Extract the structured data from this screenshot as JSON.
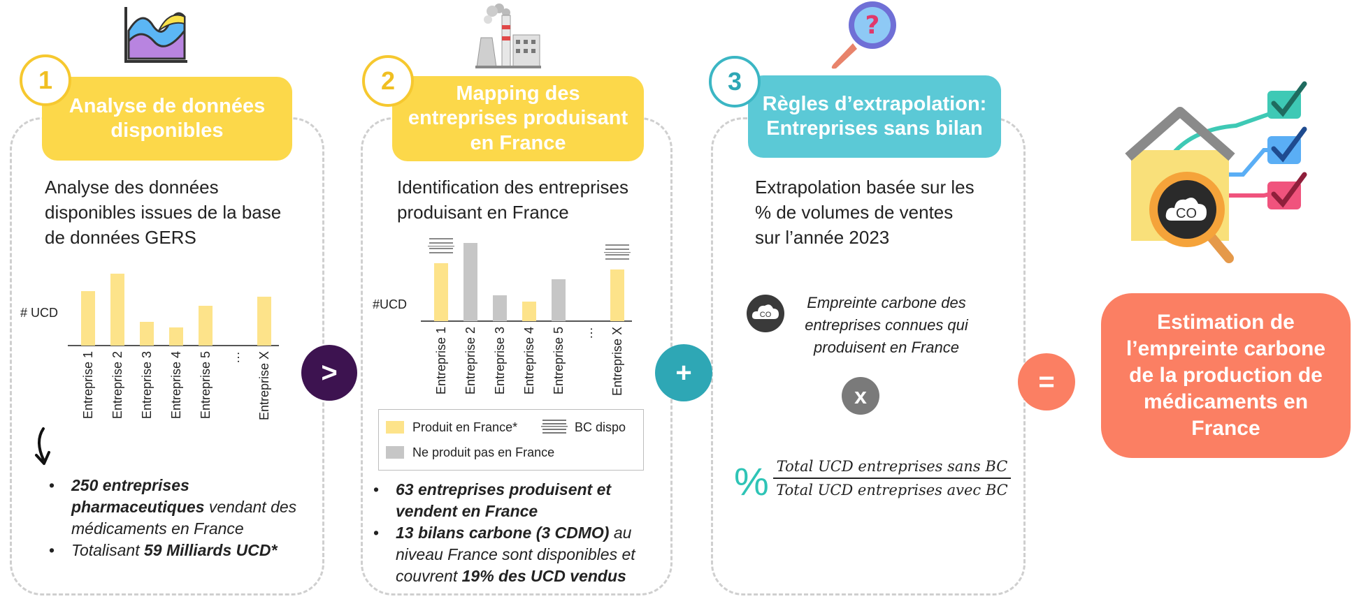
{
  "steps": [
    {
      "number": "1",
      "title_line1": "Analyse de données",
      "title_line2": "disponibles",
      "desc_lines": [
        "Analyse des données",
        "disponibles issues de la base",
        "de données GERS"
      ],
      "bullet1_bold": "250 entreprises pharmaceutiques",
      "bullet1_rest": " vendant des médicaments en France",
      "bullet2_pre": "Totalisant ",
      "bullet2_bold": "59 Milliards UCD*"
    },
    {
      "number": "2",
      "title_line1": "Mapping des",
      "title_line2": "entreprises produisant",
      "title_line3": "en France",
      "desc_lines": [
        "Identification des entreprises",
        "produisant en France"
      ],
      "bullet1_bold": "63 entreprises produisent et vendent en France",
      "bullet2_bold": "13 bilans carbone (3 CDMO)",
      "bullet2_rest": " au niveau France sont disponibles et couvrent ",
      "bullet2_bold2": "19% des UCD vendus"
    },
    {
      "number": "3",
      "title_line1": "Règles d’extrapolation:",
      "title_line2": "Entreprises sans bilan",
      "desc_lines": [
        "Extrapolation basée sur les",
        "% de volumes de ventes",
        "sur l’année 2023"
      ],
      "carbon_text": [
        "Empreinte carbone des",
        "entreprises connues qui",
        "produisent en France"
      ],
      "multiply": "x",
      "co_label": "CO",
      "percent": "%",
      "fraction_num": "Total UCD entreprises sans BC",
      "fraction_den": "Total UCD entreprises avec BC"
    }
  ],
  "operators": {
    "op1": ">",
    "op2": "+",
    "op3": "="
  },
  "final": {
    "lines": [
      "Estimation de",
      "l’empreinte carbone",
      "de la production de",
      "médicaments en",
      "France"
    ],
    "co_label": "CO"
  },
  "chart_data": [
    {
      "type": "bar",
      "ylabel": "# UCD",
      "categories": [
        "Entreprise 1",
        "Entreprise 2",
        "Entreprise 3",
        "Entreprise 4",
        "Entreprise 5",
        "…",
        "Entreprise X"
      ],
      "values": [
        78,
        103,
        34,
        26,
        57,
        0,
        70
      ],
      "colors": [
        "#fde38a",
        "#fde38a",
        "#fde38a",
        "#fde38a",
        "#fde38a",
        "#fde38a",
        "#fde38a"
      ]
    },
    {
      "type": "bar",
      "ylabel": "#UCD",
      "categories": [
        "Entreprise 1",
        "Entreprise 2",
        "Entreprise 3",
        "Entreprise 4",
        "Entreprise 5",
        "…",
        "Entreprise X"
      ],
      "values": [
        83,
        112,
        37,
        28,
        60,
        0,
        74
      ],
      "colors": [
        "#fde38a",
        "#c6c6c6",
        "#c6c6c6",
        "#fde38a",
        "#c6c6c6",
        "#fde38a",
        "#fde38a"
      ],
      "bc_marked": [
        true,
        false,
        false,
        false,
        false,
        false,
        true
      ],
      "legend": [
        {
          "label": "Produit en France*",
          "color": "#fde38a"
        },
        {
          "label": "BC dispo",
          "color": "#888888"
        },
        {
          "label": "Ne produit pas en France",
          "color": "#c6c6c6"
        }
      ]
    }
  ],
  "colors": {
    "yellow": "#fcd84a",
    "teal": "#5bc9d6",
    "purple": "#3d1350",
    "plus": "#2ea7b5",
    "equal": "#fb7f63"
  }
}
